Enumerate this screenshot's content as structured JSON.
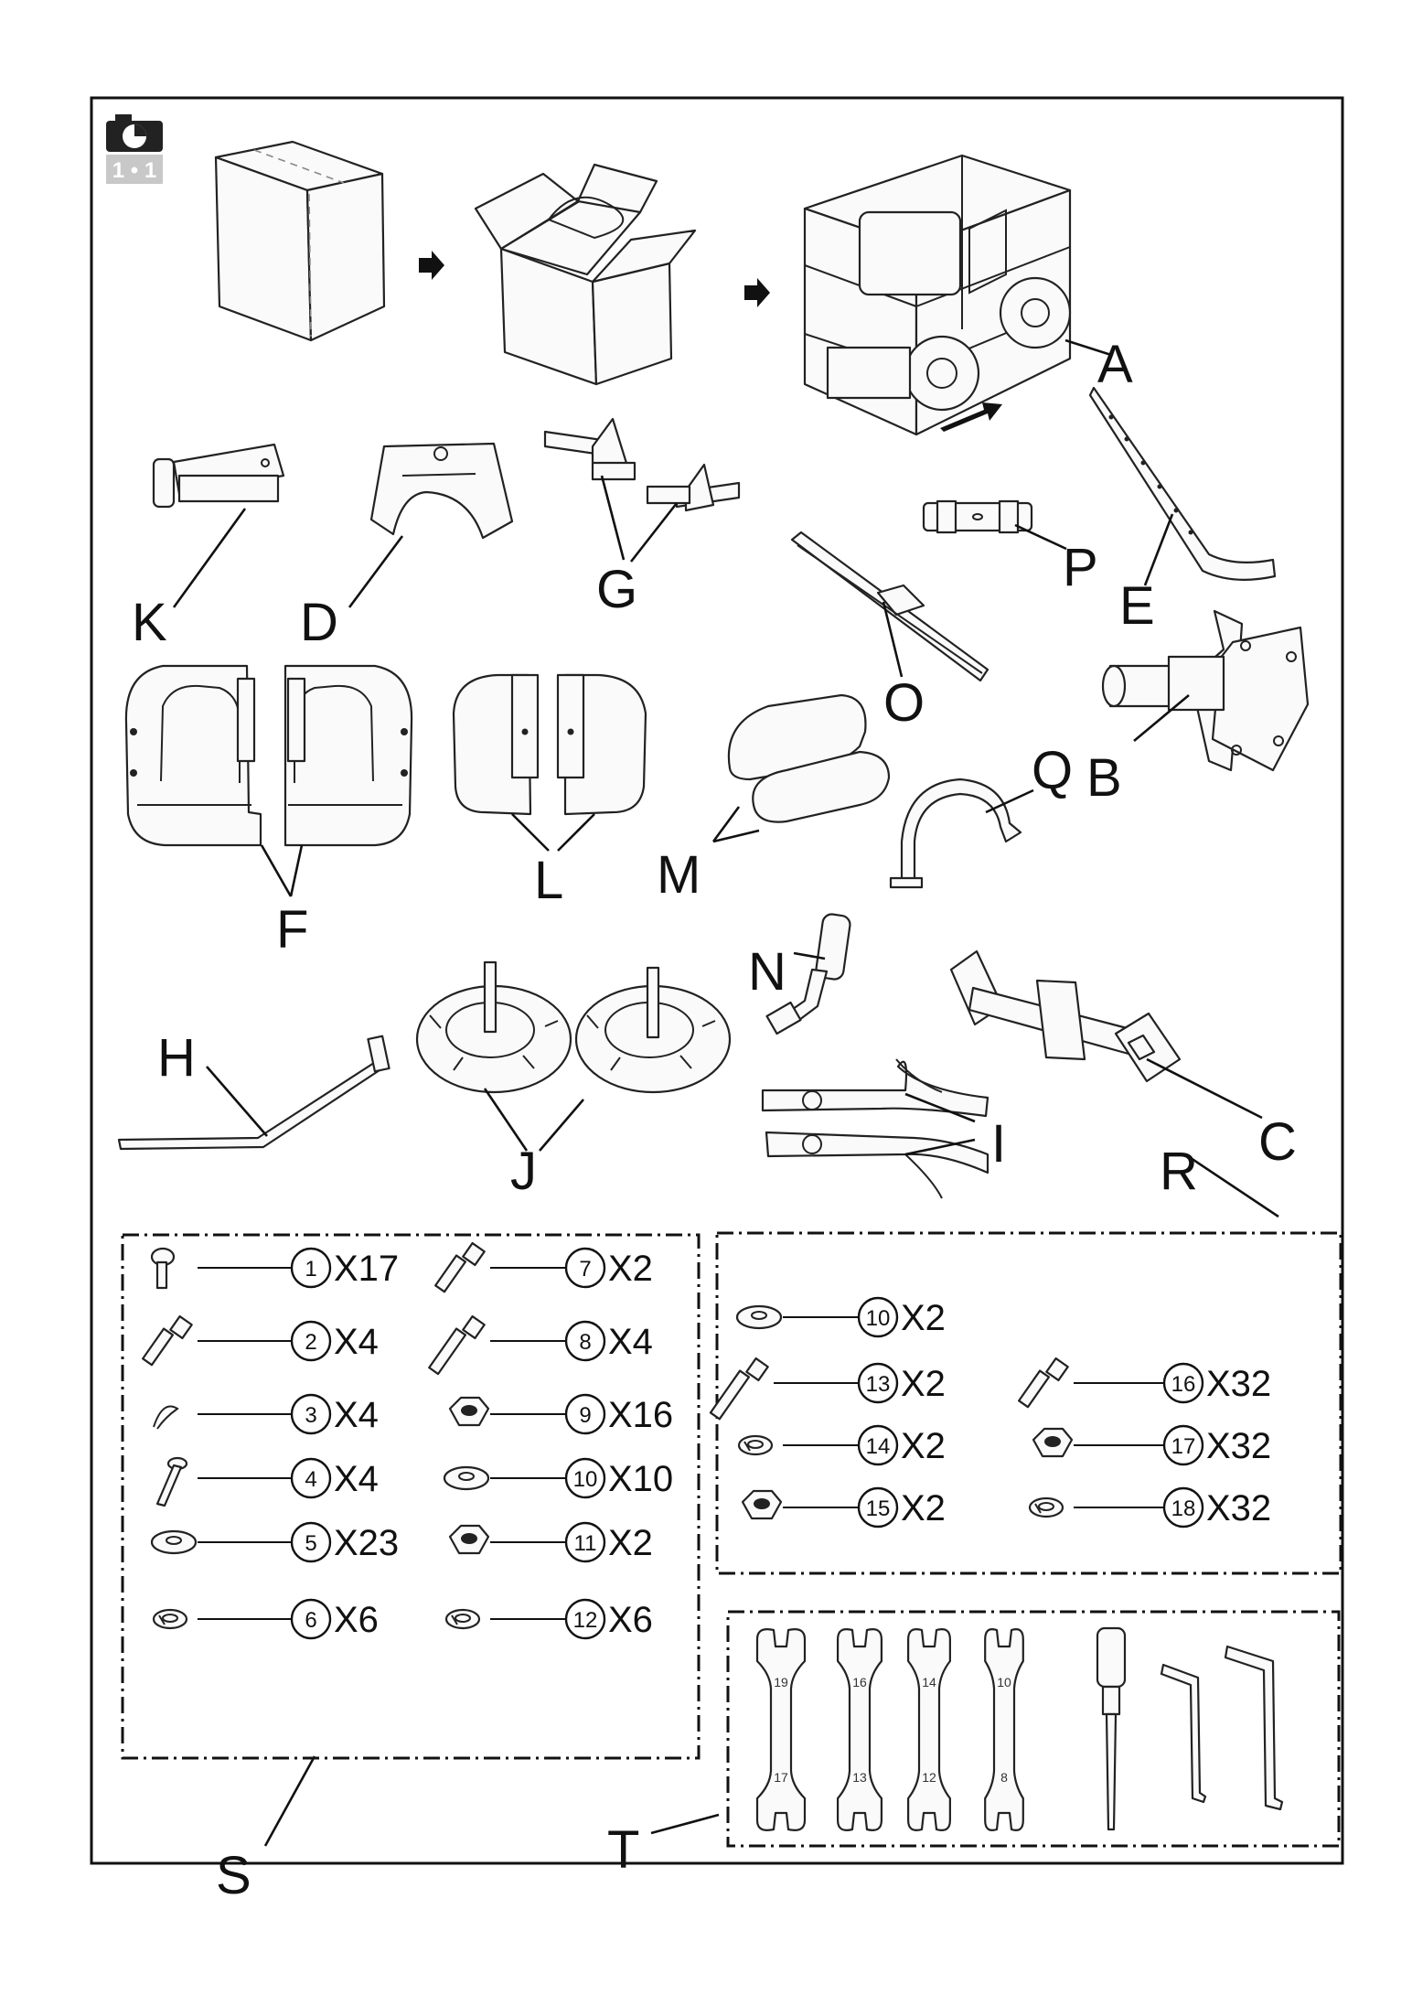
{
  "step_badge": {
    "icon": "camera-icon",
    "text": "1 • 1"
  },
  "part_labels": {
    "A": "A",
    "B": "B",
    "C": "C",
    "D": "D",
    "E": "E",
    "F": "F",
    "G": "G",
    "H": "H",
    "I": "I",
    "J": "J",
    "K": "K",
    "L": "L",
    "M": "M",
    "N": "N",
    "O": "O",
    "P": "P",
    "Q": "Q",
    "R": "R",
    "S": "S",
    "T": "T"
  },
  "hardware_S": [
    {
      "no": "1",
      "qty": "X17",
      "icon": "button-head-screw-icon"
    },
    {
      "no": "2",
      "qty": "X4",
      "icon": "flange-bolt-icon"
    },
    {
      "no": "3",
      "qty": "X4",
      "icon": "r-clip-pin-icon"
    },
    {
      "no": "4",
      "qty": "X4",
      "icon": "clevis-pin-icon"
    },
    {
      "no": "5",
      "qty": "X23",
      "icon": "flat-washer-icon"
    },
    {
      "no": "6",
      "qty": "X6",
      "icon": "spring-washer-icon"
    },
    {
      "no": "7",
      "qty": "X2",
      "icon": "hex-bolt-icon"
    },
    {
      "no": "8",
      "qty": "X4",
      "icon": "hex-bolt-long-icon"
    },
    {
      "no": "9",
      "qty": "X16",
      "icon": "lock-nut-icon"
    },
    {
      "no": "10",
      "qty": "X10",
      "icon": "flat-washer-icon"
    },
    {
      "no": "11",
      "qty": "X2",
      "icon": "lock-nut-icon"
    },
    {
      "no": "12",
      "qty": "X6",
      "icon": "spring-washer-icon"
    }
  ],
  "hardware_R": [
    {
      "no": "10",
      "qty": "X2",
      "icon": "flat-washer-icon"
    },
    {
      "no": "13",
      "qty": "X2",
      "icon": "partial-thread-bolt-icon"
    },
    {
      "no": "14",
      "qty": "X2",
      "icon": "spring-washer-icon"
    },
    {
      "no": "15",
      "qty": "X2",
      "icon": "flange-nut-icon"
    },
    {
      "no": "16",
      "qty": "X32",
      "icon": "hex-bolt-icon"
    },
    {
      "no": "17",
      "qty": "X32",
      "icon": "lock-nut-icon"
    },
    {
      "no": "18",
      "qty": "X32",
      "icon": "spring-washer-icon"
    }
  ],
  "wrench_sizes": [
    {
      "top": "19",
      "bottom": "17"
    },
    {
      "top": "16",
      "bottom": "13"
    },
    {
      "top": "14",
      "bottom": "12"
    },
    {
      "top": "10",
      "bottom": "8"
    }
  ]
}
